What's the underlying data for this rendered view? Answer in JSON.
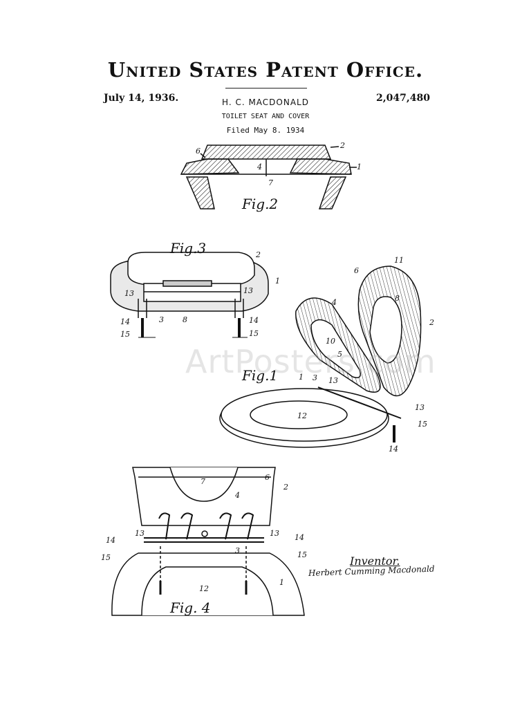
{
  "header": {
    "office": "United States Patent Office.",
    "date": "July 14, 1936.",
    "inventor": "H. C. MACDONALD",
    "patent_number": "2,047,480",
    "title": "TOILET SEAT AND COVER",
    "filed": "Filed May 8. 1934"
  },
  "figures": {
    "fig1": "Fig.1",
    "fig2": "Fig.2",
    "fig3": "Fig.3",
    "fig4": "Fig. 4"
  },
  "watermark": "ArtPosters.com",
  "signature": {
    "label": "Inventor.",
    "name": "Herbert Cumming Macdonald"
  }
}
